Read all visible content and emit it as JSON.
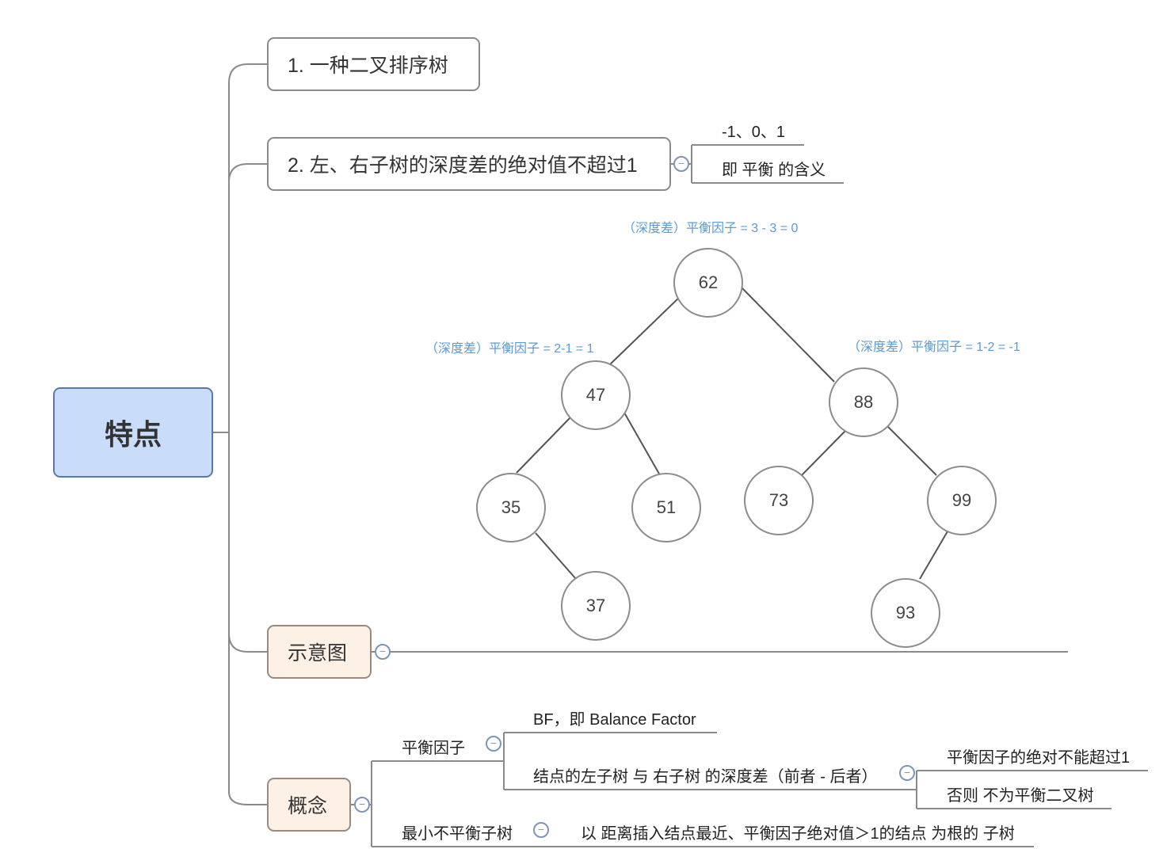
{
  "root": {
    "label": "特点"
  },
  "branches": {
    "b1": "1. 一种二叉排序树",
    "b2": "2. 左、右子树的深度差的绝对值不超过1",
    "b2_children": [
      "-1、0、1",
      "即 平衡 的含义"
    ],
    "diagram": "示意图",
    "concept": "概念"
  },
  "concept": {
    "balance_factor": "平衡因子",
    "bf_children": [
      "BF，即 Balance Factor",
      "结点的左子树 与 右子树 的深度差（前者 - 后者）"
    ],
    "depth_diff_children": [
      "平衡因子的绝对不能超过1",
      "否则 不为平衡二叉树"
    ],
    "min_unbalanced": "最小不平衡子树",
    "min_unbalanced_desc": "以 距离插入结点最近、平衡因子绝对值＞1的结点 为根的 子树"
  },
  "tree": {
    "nodes": [
      "62",
      "47",
      "88",
      "35",
      "51",
      "73",
      "99",
      "37",
      "93"
    ],
    "annotations": [
      "（深度差）平衡因子 = 3 - 3 = 0",
      "（深度差）平衡因子 = 2-1 = 1",
      "（深度差）平衡因子 = 1-2 = -1"
    ]
  },
  "toggle_icon": "−",
  "colors": {
    "root_fill": "#c9dcfa",
    "beige_fill": "#fdf1e6",
    "annotation": "#5b9bd5"
  }
}
